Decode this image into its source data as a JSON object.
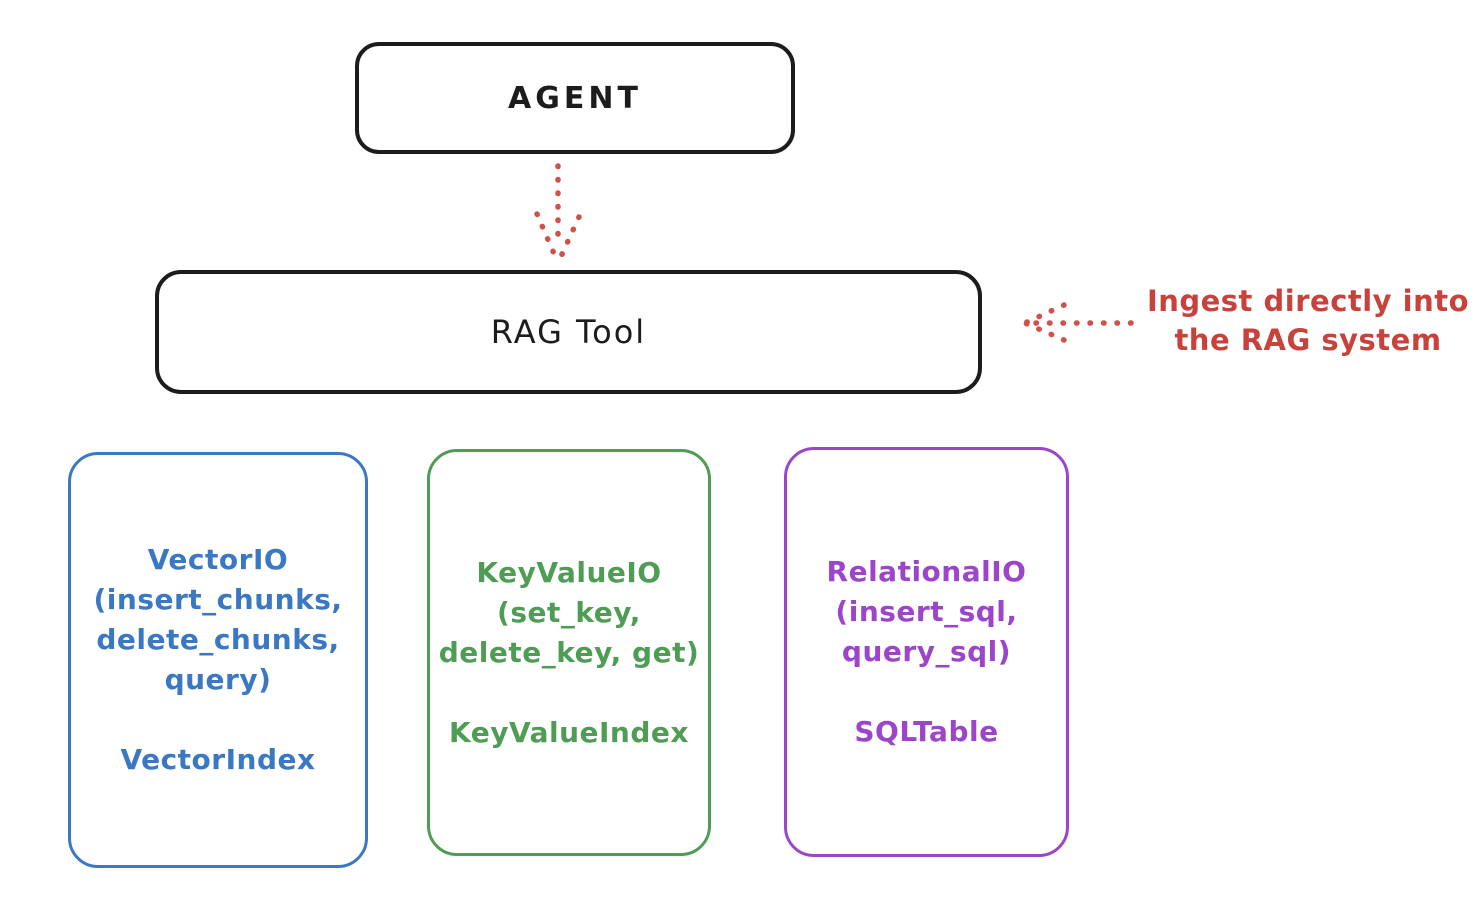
{
  "diagram": {
    "agent": {
      "label": "AGENT"
    },
    "rag_tool": {
      "label": "RAG Tool"
    },
    "annotation": {
      "text": "Ingest directly into\nthe RAG system"
    },
    "backends": [
      {
        "id": "vector-io",
        "main": "VectorIO\n(insert_chunks,\ndelete_chunks,\nquery)",
        "index": "VectorIndex",
        "color": "#3B78C4"
      },
      {
        "id": "keyvalue-io",
        "main": "KeyValueIO\n(set_key,\ndelete_key, get)",
        "index": "KeyValueIndex",
        "color": "#4F9C55"
      },
      {
        "id": "relational-io",
        "main": "RelationalIO\n(insert_sql,\nquery_sql)",
        "index": "SQLTable",
        "color": "#9C45CA"
      }
    ],
    "colors": {
      "outline_black": "#1c1c1c",
      "annotation_red": "#C8423C",
      "arrow_red": "#D0504A"
    }
  }
}
